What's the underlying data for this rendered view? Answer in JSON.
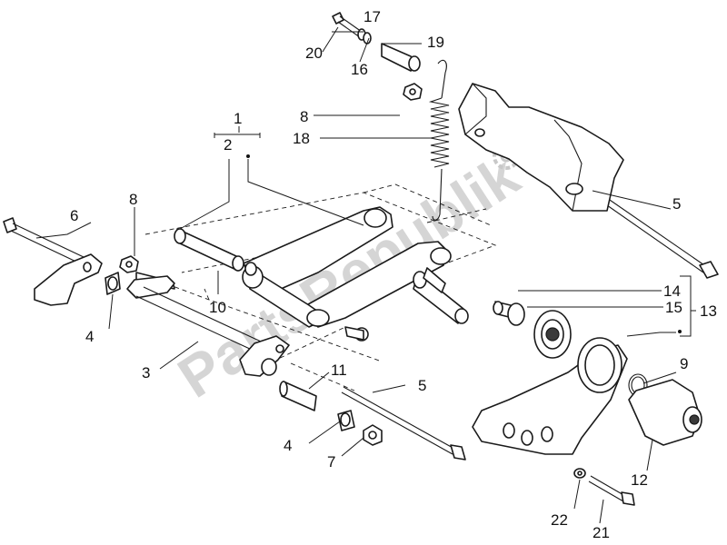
{
  "watermark": "PartsRepublik",
  "callouts": {
    "c1": "1",
    "c2": "2",
    "c3": "3",
    "c4a": "4",
    "c4b": "4",
    "c5a": "5",
    "c5b": "5",
    "c6": "6",
    "c7": "7",
    "c8a": "8",
    "c8b": "8",
    "c9": "9",
    "c10": "10",
    "c11": "11",
    "c12": "12",
    "c13": "13",
    "c14": "14",
    "c15": "15",
    "c16": "16",
    "c17": "17",
    "c18": "18",
    "c19": "19",
    "c20": "20",
    "c21": "21",
    "c22": "22"
  }
}
